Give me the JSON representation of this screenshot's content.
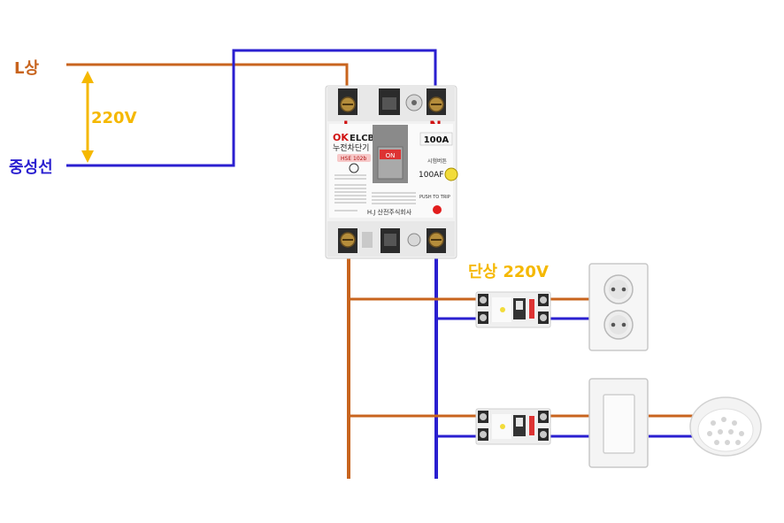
{
  "labels": {
    "l_phase": "L상",
    "neutral": "중성선",
    "voltage_main": "220V",
    "single_phase": "단상 220V",
    "terminal_l": "L",
    "terminal_n": "N"
  },
  "elcb": {
    "brand_ok": "OK",
    "brand_elcb": "ELCB",
    "name": "누전차단기",
    "model": "HSE 102b",
    "rating": "100A",
    "test_label": "시험버튼",
    "frame": "100AF",
    "lever_on": "ON",
    "trip_label": "PUSH TO TRIP",
    "maker": "H.J 산전주식회사"
  },
  "colors": {
    "live_wire": "#c8641e",
    "neutral_wire": "#2a1fd0",
    "voltage_arrow": "#f5b800",
    "terminal_label": "#d01010"
  }
}
